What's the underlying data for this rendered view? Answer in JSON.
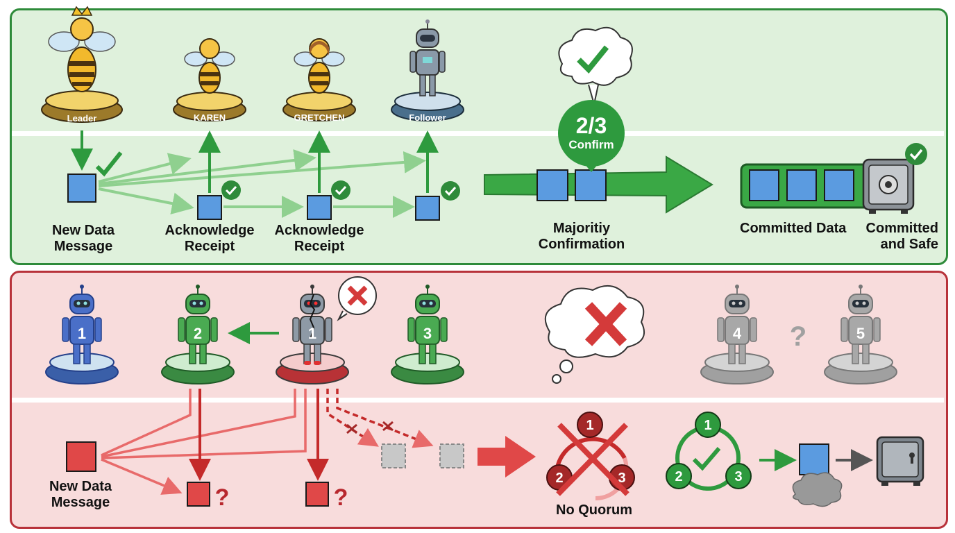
{
  "top_panel": {
    "nodes": [
      {
        "id": "leader",
        "label": "Leader",
        "kind": "queen-bee"
      },
      {
        "id": "karen",
        "label": "KAREN",
        "kind": "bee"
      },
      {
        "id": "gretchen",
        "label": "GRETCHEN",
        "kind": "bee"
      },
      {
        "id": "follower",
        "label": "Follower",
        "kind": "robot"
      }
    ],
    "captions": {
      "new_data": "New Data\nMessage",
      "ack1": "Acknowledge\nReceipt",
      "ack2": "Acknowledge\nReceipt",
      "majority": "Majoritiy\nConfirmation",
      "committed_left": "Committed Data",
      "committed_right": "Committed\nand Safe"
    },
    "badge": {
      "fraction": "2/3",
      "text": "Confirm"
    }
  },
  "bottom_panel": {
    "robots": [
      {
        "number": "1",
        "state": "healthy-blue"
      },
      {
        "number": "2",
        "state": "healthy-green"
      },
      {
        "number": "1",
        "state": "failed-red"
      },
      {
        "number": "3",
        "state": "healthy-green"
      },
      {
        "number": "4",
        "state": "unreachable-gray"
      },
      {
        "number": "5",
        "state": "unreachable-gray"
      }
    ],
    "question_mark": "?",
    "captions": {
      "new_data": "New Data\nMessage",
      "no_quorum": "No Quorum"
    },
    "quorum_failed_nodes": [
      "1",
      "2",
      "3"
    ],
    "quorum_ok_nodes": [
      "1",
      "2",
      "3"
    ]
  },
  "colors": {
    "green": "#2e9a3e",
    "light_green_arrow": "#8fd08f",
    "red": "#d43a3a",
    "dark_red": "#a42828",
    "blue_block": "#5b9be0",
    "gray": "#a8a8a8"
  }
}
